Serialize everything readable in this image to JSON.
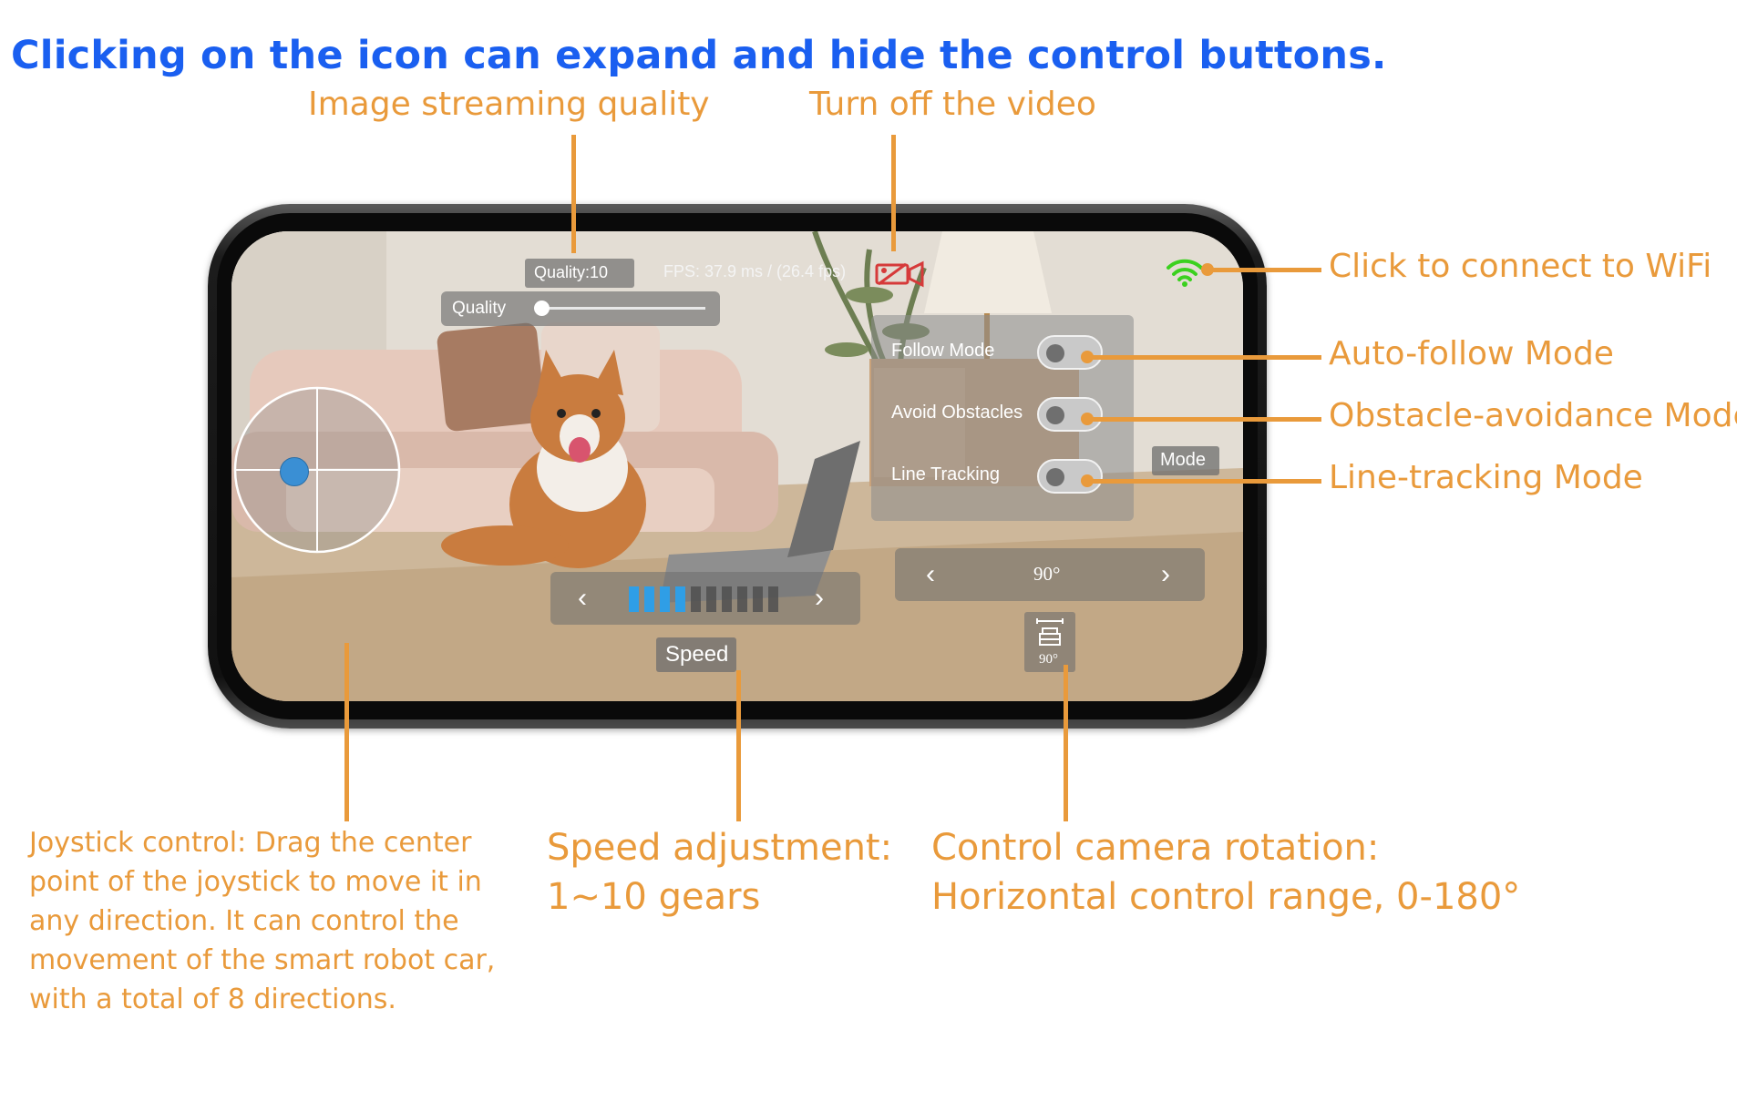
{
  "headline": "Clicking on the icon can expand and hide the control buttons.",
  "callouts": {
    "image_quality": "Image streaming quality",
    "turn_off_video": "Turn off the video",
    "wifi": "Click to connect to WiFi",
    "auto_follow": "Auto-follow Mode",
    "obstacle_avoidance": "Obstacle-avoidance Mode",
    "line_tracking": "Line-tracking Mode",
    "joystick": [
      "Joystick control: Drag the center",
      "point of the joystick to move it in",
      "any direction. It can control the",
      "movement of the smart robot car,",
      "with a total of 8 directions."
    ],
    "speed": [
      "Speed adjustment:",
      "1~10 gears"
    ],
    "camera": [
      "Control camera rotation:",
      "Horizontal control range, 0-180°"
    ]
  },
  "app": {
    "quality_badge": "Quality:10",
    "fps_text": "FPS: 37.9 ms / (26.4 fps)",
    "quality_slider_label": "Quality",
    "quality_level": 0.0,
    "modes": [
      {
        "label": "Follow Mode",
        "on": false
      },
      {
        "label": "Avoid Obstacles",
        "on": false
      },
      {
        "label": "Line Tracking",
        "on": false
      }
    ],
    "mode_button": "Mode",
    "camera_angle": "90°",
    "camera_icon_label": "90°",
    "speed_label": "Speed",
    "speed_level": 4,
    "speed_max": 10,
    "prev_arrow": "‹",
    "next_arrow": "›",
    "icons": [
      "video-off-icon",
      "wifi-icon",
      "camera-rotate-icon",
      "joystick-knob-icon"
    ]
  },
  "colors": {
    "headline": "#1a5ff0",
    "callout": "#e99a3b",
    "speed_active": "#2f9ee6",
    "wifi": "#3bd11f",
    "video_off": "#d63a3a"
  }
}
